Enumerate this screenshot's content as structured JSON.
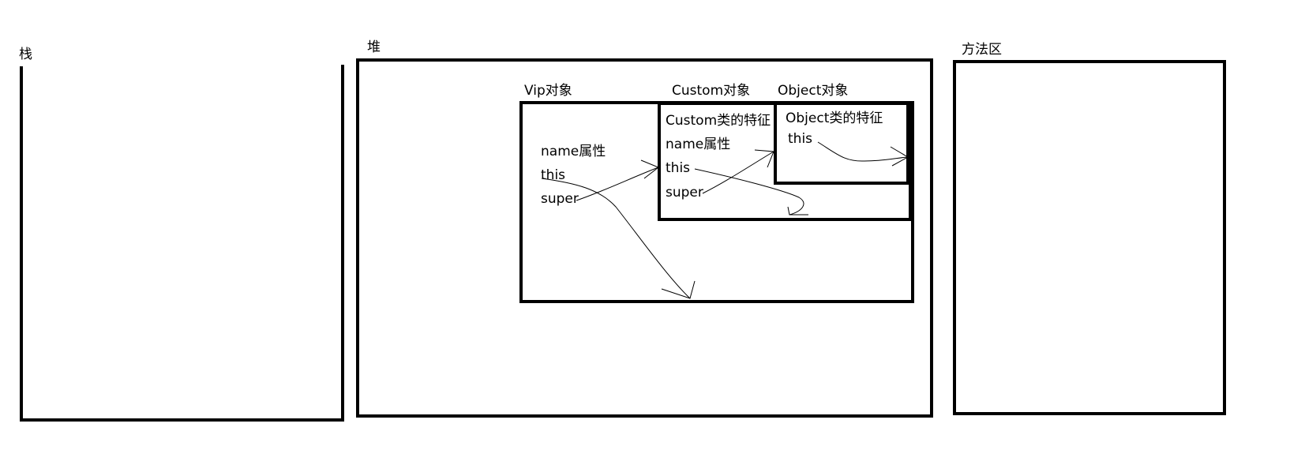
{
  "regions": {
    "stack": {
      "label": "栈"
    },
    "heap": {
      "label": "堆"
    },
    "method_area": {
      "label": "方法区"
    }
  },
  "objects": {
    "vip": {
      "title": "Vip对象",
      "fields": [
        "name属性",
        "this",
        "super"
      ]
    },
    "custom": {
      "title": "Custom对象",
      "feature": "Custom类的特征",
      "fields": [
        "name属性",
        "this",
        "super"
      ]
    },
    "object": {
      "title": "Object对象",
      "feature": "Object类的特征",
      "fields": [
        "this"
      ]
    }
  },
  "colors": {
    "stroke": "#000000",
    "background": "#ffffff"
  }
}
